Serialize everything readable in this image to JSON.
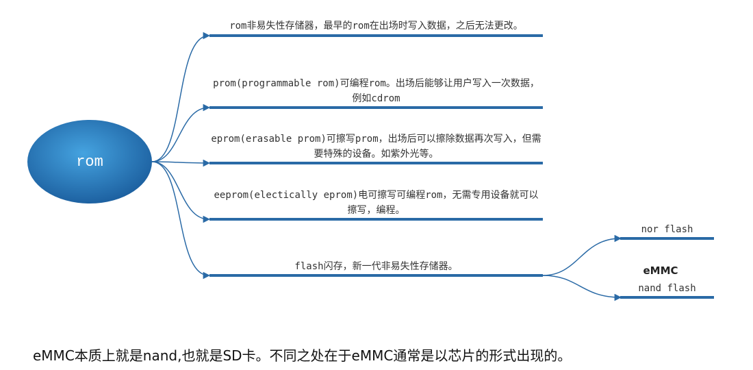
{
  "diagram": {
    "root": "rom",
    "branches": [
      {
        "id": "rom",
        "text": "rom非易失性存储器，最早的rom在出场时写入数据，之后无法更改。"
      },
      {
        "id": "prom",
        "text": "prom(programmable rom)可编程rom。出场后能够让用户写入一次数据，例如cdrom"
      },
      {
        "id": "eprom",
        "text": "eprom(erasable prom)可擦写prom，出场后可以擦除数据再次写入，但需要特殊的设备。如紫外光等。"
      },
      {
        "id": "eeprom",
        "text": "eeprom(electically eprom)电可擦写可编程rom，无需专用设备就可以擦写，编程。"
      },
      {
        "id": "flash",
        "text": "flash闪存，新一代非易失性存储器。"
      }
    ],
    "flash_children": [
      "nor flash",
      "nand flash"
    ],
    "emmc_label": "eMMC"
  },
  "note": "eMMC本质上就是nand,也就是SD卡。不同之处在于eMMC通常是以芯片的形式出现的。",
  "colors": {
    "line": "#2a6aa6",
    "ellipse_light": "#3a9ad9",
    "ellipse_dark": "#1b5e9e"
  }
}
